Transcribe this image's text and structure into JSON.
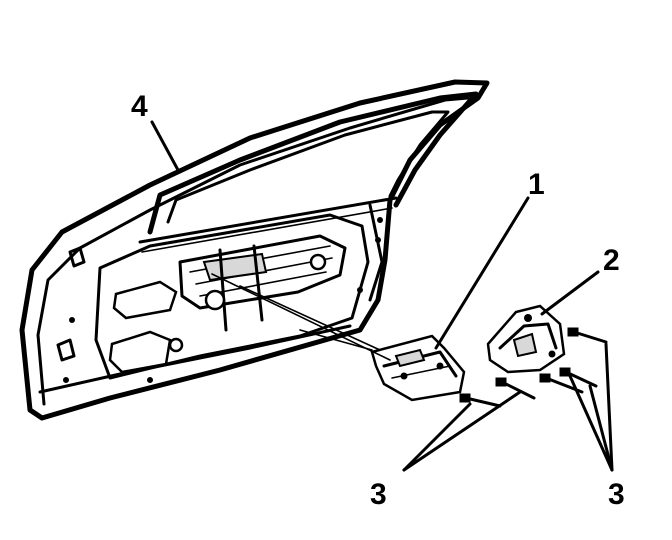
{
  "callouts": {
    "door": "4",
    "bracket": "1",
    "latch": "2",
    "fasteners_left": "3",
    "fasteners_right": "3"
  },
  "colors": {
    "ink": "#000000",
    "paper": "#ffffff"
  }
}
